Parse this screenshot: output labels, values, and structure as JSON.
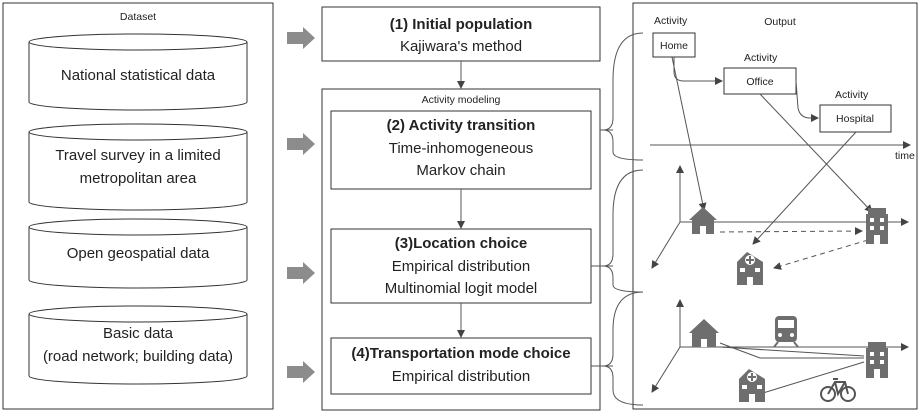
{
  "dataset": {
    "title": "Dataset",
    "items": [
      {
        "lines": [
          "National statistical data"
        ]
      },
      {
        "lines": [
          "Travel survey in a limited",
          "metropolitan area"
        ]
      },
      {
        "lines": [
          "Open geospatial data"
        ]
      },
      {
        "lines": [
          "Basic data",
          "(road network; building data)"
        ]
      }
    ]
  },
  "process": {
    "initial": {
      "title": "(1) Initial population",
      "sub": "Kajiwara's method"
    },
    "activity_modeling_label": "Activity modeling",
    "transition": {
      "title": "(2) Activity transition",
      "lines": [
        "Time-inhomogeneous",
        "Markov chain"
      ]
    },
    "location": {
      "title": "(3)Location choice",
      "lines": [
        "Empirical distribution",
        "Multinomial logit model"
      ]
    },
    "mode": {
      "title": "(4)Transportation mode choice",
      "lines": [
        "Empirical distribution"
      ]
    }
  },
  "output": {
    "title": "Output",
    "activity_label": "Activity",
    "home": "Home",
    "office": "Office",
    "hospital": "Hospital",
    "time_label": "time"
  },
  "colors": {
    "arrow_gray": "#8c8c8c",
    "icon_gray": "#6e6e6e",
    "line": "#555555"
  }
}
